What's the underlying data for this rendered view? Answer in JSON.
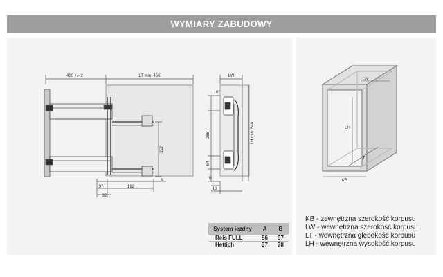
{
  "header": {
    "title": "WYMIARY ZABUDOWY"
  },
  "drawing_front": {
    "dim_top_left": "400 +/- 2",
    "dim_top_right": "LT min. 460",
    "dim_height": "352",
    "dim_a": "A",
    "dim_37": "37",
    "dim_192": "192",
    "dim_32": "32"
  },
  "drawing_side": {
    "dim_lw": "LW",
    "dim_16_top": "16",
    "dim_288": "288",
    "dim_64": "64",
    "dim_b": "B",
    "dim_lh": "LH min. 540",
    "dim_16_bottom": "16"
  },
  "drawing_box": {
    "label_lw": "LW",
    "label_lh": "LH",
    "label_lt": "LT",
    "label_kb": "KB"
  },
  "table": {
    "headers": [
      "System jezdny",
      "A",
      "B"
    ],
    "rows": [
      {
        "name": "Reis FULL",
        "a": "56",
        "b": "97"
      },
      {
        "name": "Hettich",
        "a": "37",
        "b": "78"
      }
    ]
  },
  "legend": {
    "kb": "KB - zewnętrzna szerokość korpusu",
    "lw": "LW - wewnętrzna szerokość korpusu",
    "lt": "LT - wewnętrzna głębokość korpusu",
    "lh": "LH - wewnętrzna wysokość korpusu"
  }
}
